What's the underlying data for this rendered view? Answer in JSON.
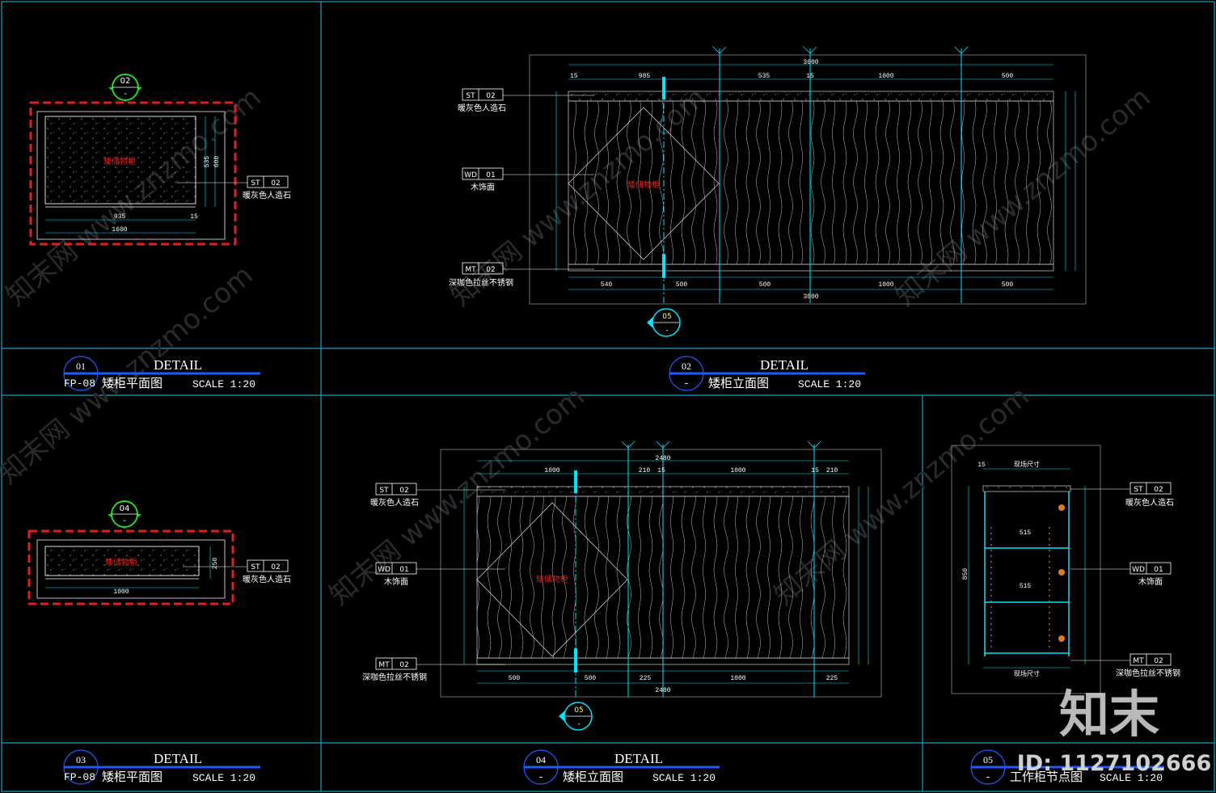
{
  "panels": [
    {
      "num": "01",
      "ref": "FP-08",
      "detail": "DETAIL",
      "title": "矮柜平面图",
      "scale": "SCALE 1:20"
    },
    {
      "num": "02",
      "ref": "-",
      "detail": "DETAIL",
      "title": "矮柜立面图",
      "scale": "SCALE 1:20"
    },
    {
      "num": "03",
      "ref": "FP-08",
      "detail": "DETAIL",
      "title": "矮柜平面图",
      "scale": "SCALE 1:20"
    },
    {
      "num": "04",
      "ref": "-",
      "detail": "DETAIL",
      "title": "矮柜立面图",
      "scale": "SCALE 1:20"
    },
    {
      "num": "05",
      "ref": "-",
      "detail": "",
      "title": "工作柜节点图",
      "scale": "SCALE 1:20"
    }
  ],
  "markers": {
    "m1": {
      "num": "02",
      "sub": "-"
    },
    "m2": {
      "num": "05",
      "sub": "-"
    },
    "m3": {
      "num": "04",
      "sub": "-"
    },
    "m4": {
      "num": "05",
      "sub": "-"
    }
  },
  "tags": {
    "p1_st": {
      "code": "ST",
      "num": "02",
      "desc": "暖灰色人造石"
    },
    "p2_st": {
      "code": "ST",
      "num": "02",
      "desc": "暖灰色人造石"
    },
    "p2_wd": {
      "code": "WD",
      "num": "01",
      "desc": "木饰面"
    },
    "p2_mt": {
      "code": "MT",
      "num": "02",
      "desc": "深咖色拉丝不锈钢"
    },
    "p3_st": {
      "code": "ST",
      "num": "02",
      "desc": "暖灰色人造石"
    },
    "p4_st": {
      "code": "ST",
      "num": "02",
      "desc": "暖灰色人造石"
    },
    "p4_wd": {
      "code": "WD",
      "num": "01",
      "desc": "木饰面"
    },
    "p4_mt": {
      "code": "MT",
      "num": "02",
      "desc": "深咖色拉丝不锈钢"
    },
    "p5_st": {
      "code": "ST",
      "num": "02",
      "desc": "暖灰色人造石"
    },
    "p5_wd": {
      "code": "WD",
      "num": "01",
      "desc": "木饰面"
    },
    "p5_mt": {
      "code": "MT",
      "num": "02",
      "desc": "深咖色拉丝不锈钢"
    }
  },
  "labels": {
    "storage": "矮储物柜",
    "site_size": "现场尺寸"
  },
  "dims": {
    "p1_w1": "935",
    "p1_w2": "15",
    "p1_total": "1600",
    "p1_h1": "535",
    "p1_h2": "600",
    "p2_total": "3000",
    "p2_t1": "15",
    "p2_t2": "985",
    "p2_t3": "535",
    "p2_t4": "15",
    "p2_t5": "1000",
    "p2_t6": "500",
    "p2_b1": "540",
    "p2_b2": "500",
    "p2_b3": "500",
    "p2_b4": "1000",
    "p2_b5": "500",
    "p4_total": "2480",
    "p4_t1": "1000",
    "p4_t2": "210",
    "p4_t3": "15",
    "p4_t4": "1000",
    "p4_t5": "15",
    "p4_t6": "210",
    "p4_b1": "500",
    "p4_b2": "500",
    "p4_b3": "225",
    "p4_b4": "1000",
    "p4_b5": "225",
    "p5_t1": "15",
    "p5_i1": "515",
    "p5_i2": "515",
    "p5_h": "850",
    "p3_w": "1000",
    "p3_h": "250"
  },
  "watermark": {
    "logo": "知末",
    "id": "ID: 1127102666",
    "site": "知末网 www.znzmo.com"
  },
  "colors": {
    "frame": "#1aa3c8",
    "cyan": "#00e5ff",
    "red": "#e02020",
    "green": "#22d822",
    "blue": "#1e5bff",
    "white": "#ffffff"
  }
}
